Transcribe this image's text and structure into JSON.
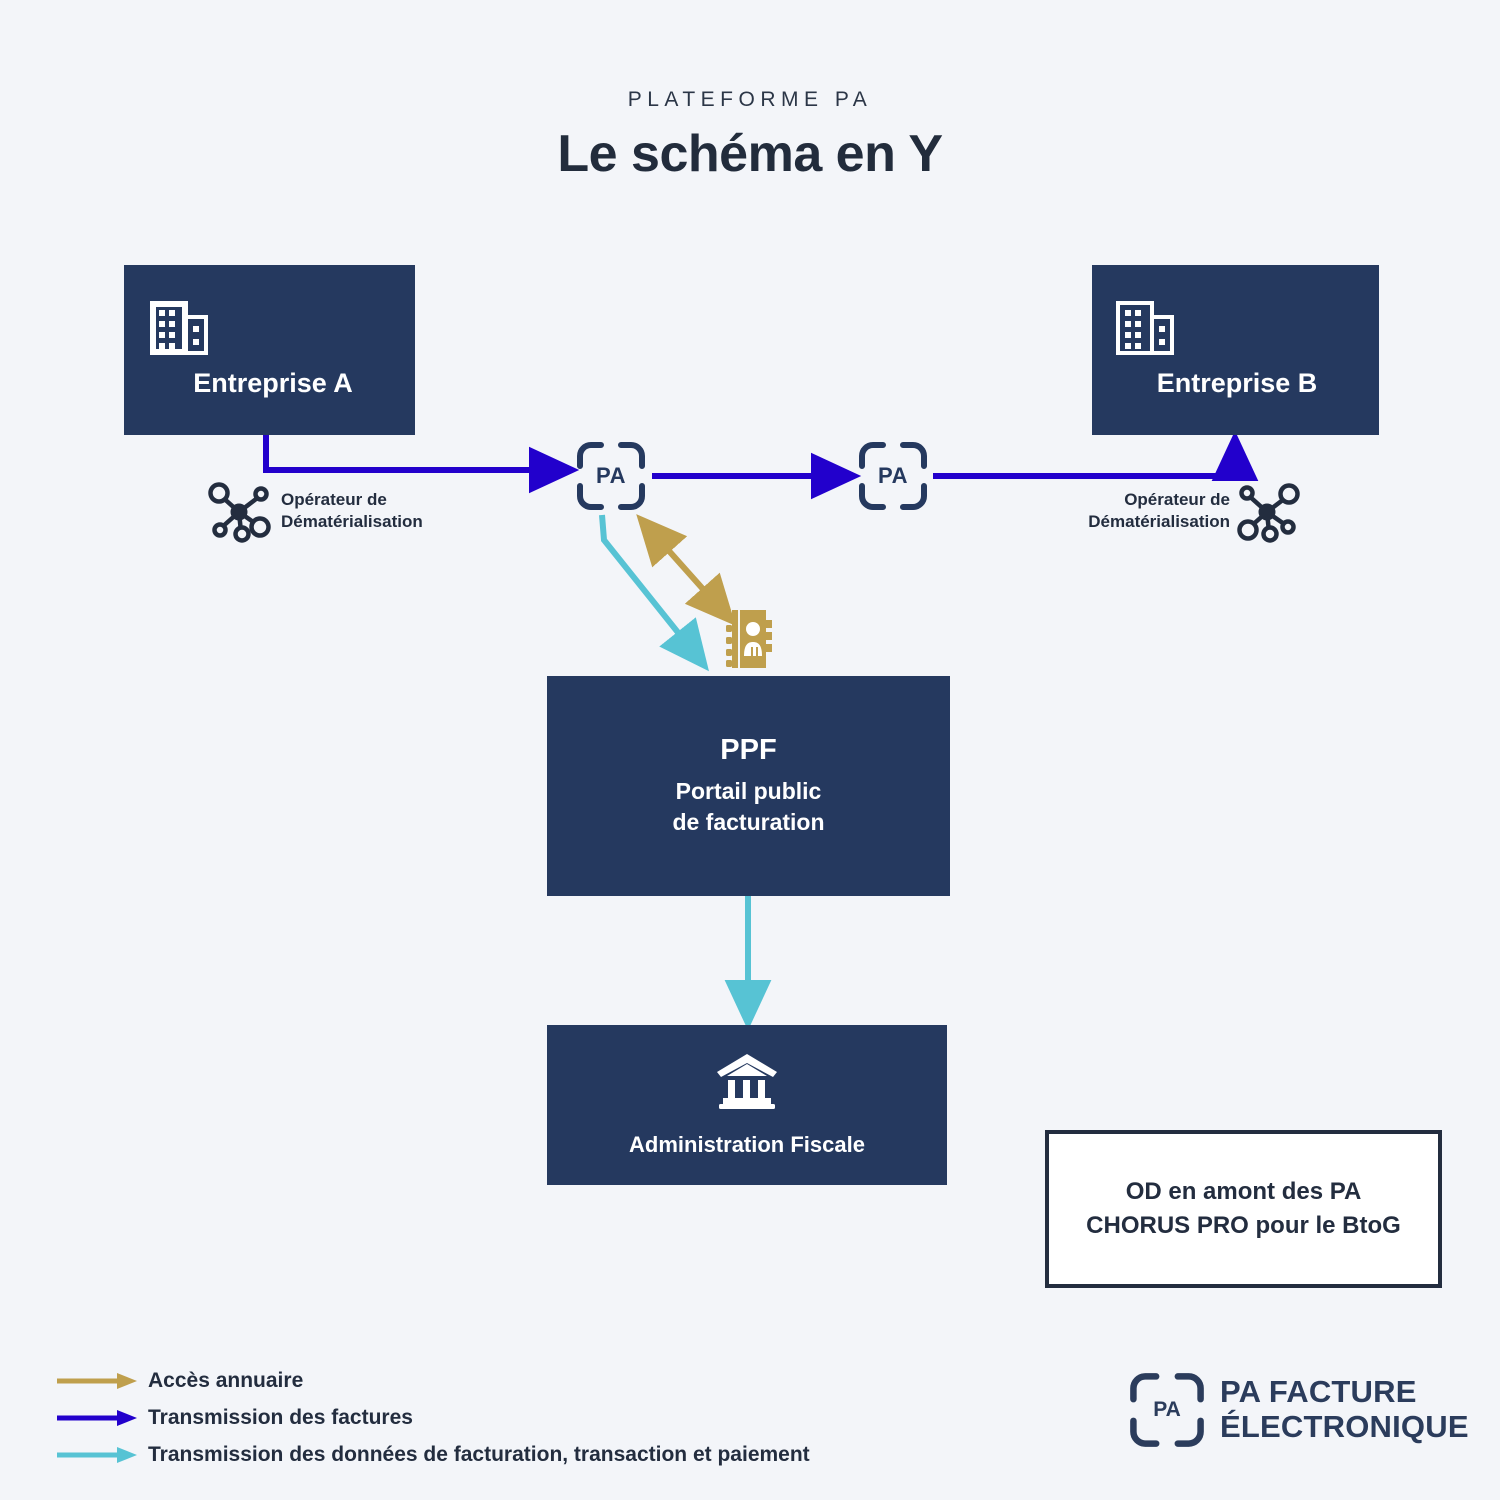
{
  "header": {
    "eyebrow": "PLATEFORME PA",
    "title": "Le schéma en Y"
  },
  "colors": {
    "background": "#f3f5f9",
    "navy": "#25395f",
    "ink": "#232d3f",
    "invoice_blue": "#2200cc",
    "directory_gold": "#bf9f4d",
    "data_teal": "#57c3d4"
  },
  "nodes": {
    "entreprise_a": {
      "label": "Entreprise A",
      "icon": "office-building-icon"
    },
    "entreprise_b": {
      "label": "Entreprise B",
      "icon": "office-building-icon"
    },
    "pa_left": {
      "label": "PA",
      "icon": "pa-badge-icon"
    },
    "pa_right": {
      "label": "PA",
      "icon": "pa-badge-icon"
    },
    "od_left": {
      "line1": "Opérateur de",
      "line2": "Dématérialisation",
      "icon": "network-nodes-icon"
    },
    "od_right": {
      "line1": "Opérateur de",
      "line2": "Dématérialisation",
      "icon": "network-nodes-icon"
    },
    "annuaire": {
      "icon": "address-book-icon"
    },
    "ppf": {
      "acronym": "PPF",
      "sub_line1": "Portail public",
      "sub_line2": "de facturation"
    },
    "administration": {
      "label": "Administration Fiscale",
      "icon": "bank-institution-icon"
    }
  },
  "note": {
    "line1": "OD en amont des PA",
    "line2": "CHORUS PRO pour le BtoG"
  },
  "legend": {
    "items": [
      {
        "label": "Accès annuaire",
        "color": "#bf9f4d"
      },
      {
        "label": "Transmission des factures",
        "color": "#2200cc"
      },
      {
        "label": "Transmission des données de facturation, transaction et paiement",
        "color": "#57c3d4"
      }
    ]
  },
  "brand": {
    "mark_label": "PA",
    "line1": "PA FACTURE",
    "line2": "ÉLECTRONIQUE"
  }
}
